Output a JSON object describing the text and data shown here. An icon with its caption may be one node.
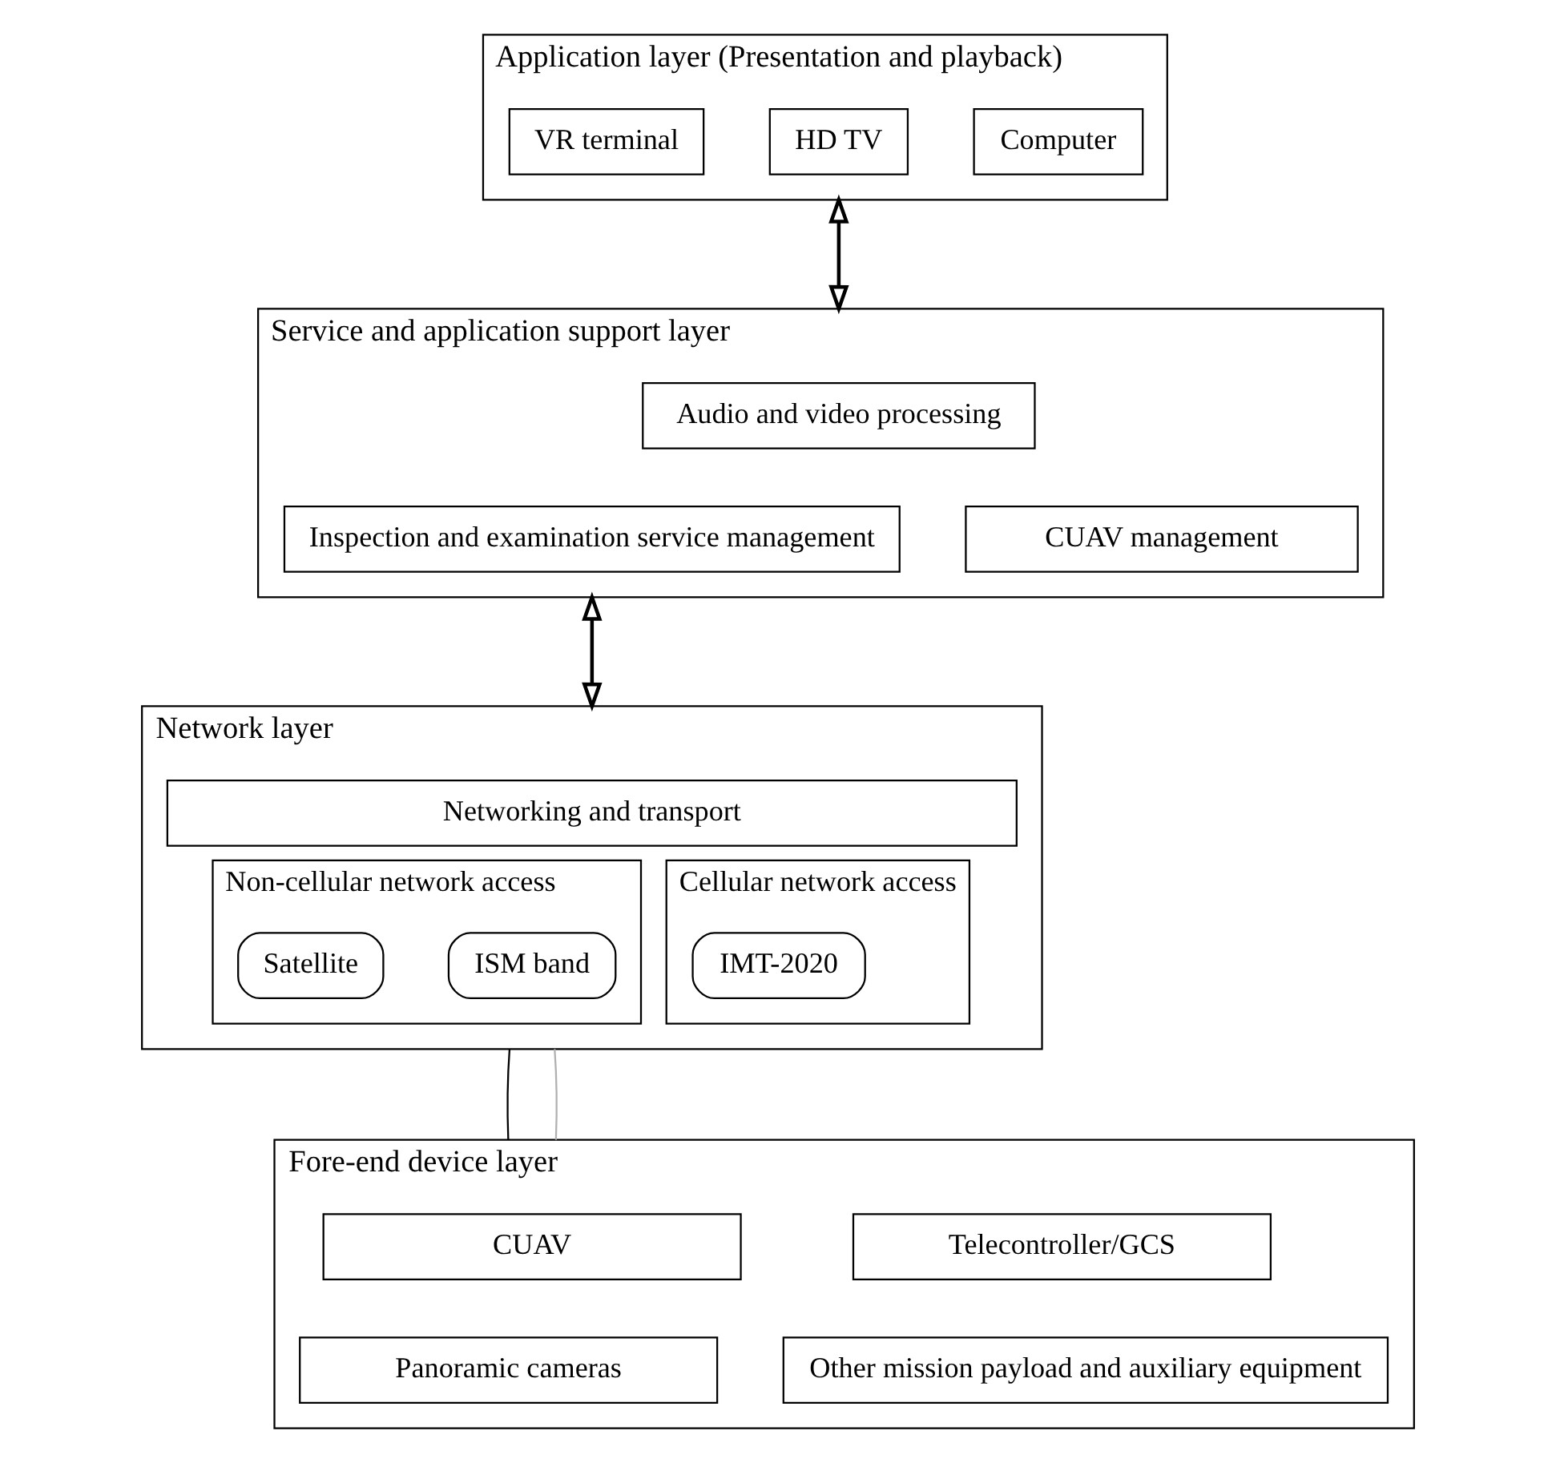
{
  "diagram": {
    "nodes": [
      {
        "text": [
          "Application layer (Presentation and playback)"
        ]
      },
      {
        "text": [
          "VR terminal"
        ],
        "in": 0
      },
      {
        "text": [
          "HD TV"
        ],
        "in": 0
      },
      {
        "text": [
          "Computer"
        ],
        "in": 0
      },
      {
        "text": [
          "Service and application support layer"
        ]
      },
      {
        "text": [
          "Audio and video processing"
        ],
        "in": 4
      },
      {
        "text": [
          "Inspection and examination service management"
        ],
        "in": 4
      },
      {
        "text": [
          "CUAV management"
        ],
        "in": 4
      },
      {
        "text": [
          "Network layer"
        ]
      },
      {
        "text": [
          "Networking and transport"
        ],
        "in": 8
      },
      {
        "text": [
          "Non-cellular network access"
        ],
        "in": 8
      },
      {
        "text": [
          "Satellite"
        ],
        "in": 10
      },
      {
        "text": [
          "ISM band"
        ],
        "in": 10
      },
      {
        "text": [
          "Cellular network access"
        ],
        "in": 8
      },
      {
        "text": [
          "IMT-2020"
        ],
        "in": 13
      },
      {
        "text": [
          "Fore-end device layer"
        ]
      },
      {
        "text": [
          "CUAV"
        ],
        "in": 15
      },
      {
        "text": [
          "Telecontroller/GCS"
        ],
        "in": 15
      },
      {
        "text": [
          "Panoramic cameras"
        ],
        "in": 15
      },
      {
        "text": [
          "Other mission payload and auxiliary equipment"
        ],
        "in": 15
      }
    ],
    "edges": [
      {
        "from": 0,
        "to": 4,
        "arrow": "both"
      },
      {
        "from": 4,
        "to": 8,
        "arrow": "both"
      },
      {
        "from": 8,
        "to": 15,
        "arrow": "none"
      },
      {
        "from": 8,
        "to": 15,
        "arrow": "none",
        "color": "#b0b0b0"
      }
    ]
  }
}
